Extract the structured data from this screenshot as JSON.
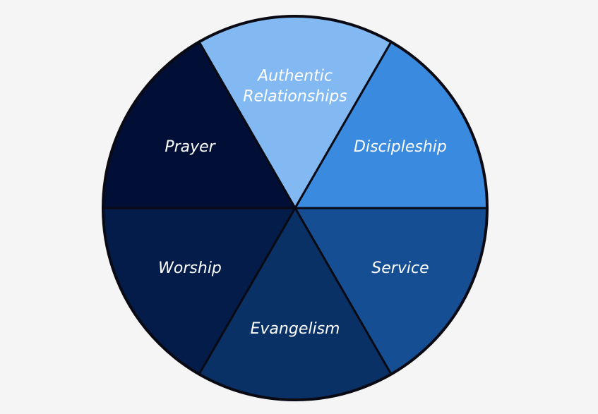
{
  "wheel": {
    "segments": [
      {
        "lines": [
          "Authentic",
          "Relationships"
        ],
        "color": "#82b9f2"
      },
      {
        "lines": [
          "Discipleship"
        ],
        "color": "#3a8be0"
      },
      {
        "lines": [
          "Service"
        ],
        "color": "#164e94"
      },
      {
        "lines": [
          "Evangelism"
        ],
        "color": "#0a3166"
      },
      {
        "lines": [
          "Worship"
        ],
        "color": "#041c4a"
      },
      {
        "lines": [
          "Prayer"
        ],
        "color": "#010f36"
      }
    ],
    "outline_color": "#0a0a14",
    "background_color": "#f5f5f5"
  }
}
